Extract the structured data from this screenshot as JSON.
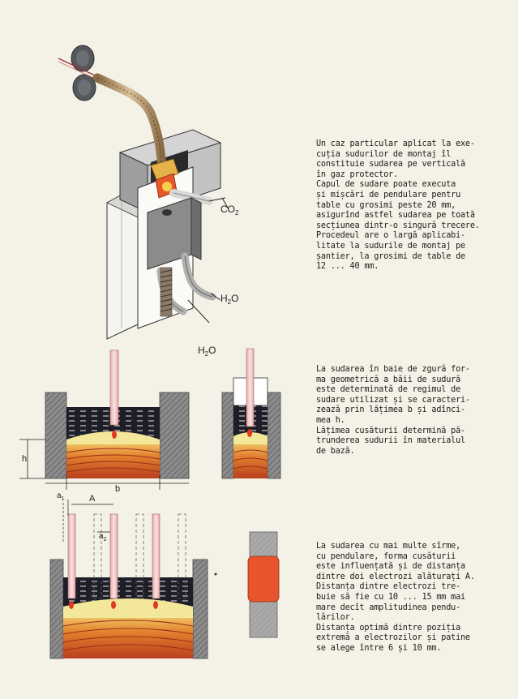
{
  "labels": {
    "co2": "CO",
    "co2_sub": "2",
    "h2o_a": "H",
    "h2o_a_sub": "2",
    "h2o_a_tail": "O",
    "h2o_b": "H",
    "h2o_b_sub": "2",
    "h2o_b_tail": "O",
    "h": "h",
    "b": "b",
    "A": "A",
    "a1": "a",
    "a1_sub": "1",
    "a2": "a",
    "a2_sub": "2"
  },
  "paragraphs": [
    {
      "id": "text-block-1",
      "lines": [
        "Un caz particular aplicat la exe-",
        "cuția sudurilor de montaj îl",
        "constituie sudarea pe verticală",
        "în gaz protector.",
        "Capul de sudare poate executa",
        "și mișcări de pendulare pentru",
        "table cu grosimi peste 20 mm,",
        "asigurînd astfel sudarea pe toată",
        "secțiunea dintr-o singură trecere.",
        "Procedeul are o largă aplicabi-",
        "litate la sudurile de montaj pe",
        "șantier, la grosimi de table de",
        "12 ... 40 mm."
      ]
    },
    {
      "id": "text-block-2",
      "lines": [
        "La sudarea în baie de zgură for-",
        "ma geometrică a băii de sudură",
        "este determinată de regimul de",
        "sudare utilizat și se caracteri-",
        "zează prin lățimea b și adînci-",
        "mea h.",
        "Lățimea cusăturii determină pă-",
        "trunderea sudurii în materialul",
        "de bază."
      ]
    },
    {
      "id": "text-block-3",
      "lines": [
        "La sudarea cu mai multe sîrme,",
        "cu pendulare, forma cusăturii",
        "este influențată și de distanța",
        "dintre doi electrozi alăturați A.",
        "Distanța dintre electrozi tre-",
        "buie să fie cu 10 ... 15 mm mai",
        "mare decît amplitudinea pendu-",
        "lărilor.",
        "Distanța optimă dintre poziția",
        "extremă a electrozilor și patine",
        "se alege între 6 și 10 mm."
      ]
    }
  ],
  "colors": {
    "page_bg": "#f4f1e6",
    "slag": "#1e1e28",
    "molten_yellow": "#f3e79a",
    "weld_orange": "#d8652e",
    "weld_red": "#b2371f",
    "electrode_pink": "#f2c2c2",
    "wall_gray": "#6b6b6b",
    "hatch_gray": "#9a9a9a",
    "arc_red": "#e23a1c",
    "bead_orange": "#e8542e"
  }
}
